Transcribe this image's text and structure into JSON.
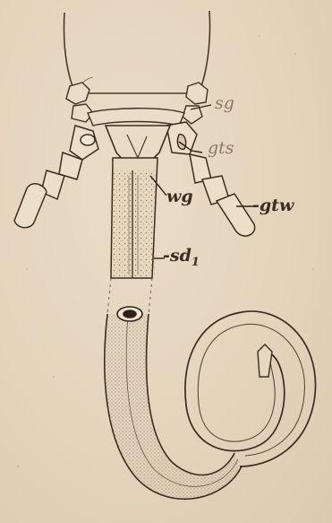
{
  "figure": {
    "labels": {
      "sg": "sg",
      "gts": "gts",
      "wg": "wg",
      "gtw": "-gtw",
      "sd1_main": "-sd",
      "sd1_sub": "1"
    },
    "colors": {
      "paper": "#e7d9c3",
      "ink": "#3a2e22",
      "faint_ink": "#8a7a66"
    }
  }
}
